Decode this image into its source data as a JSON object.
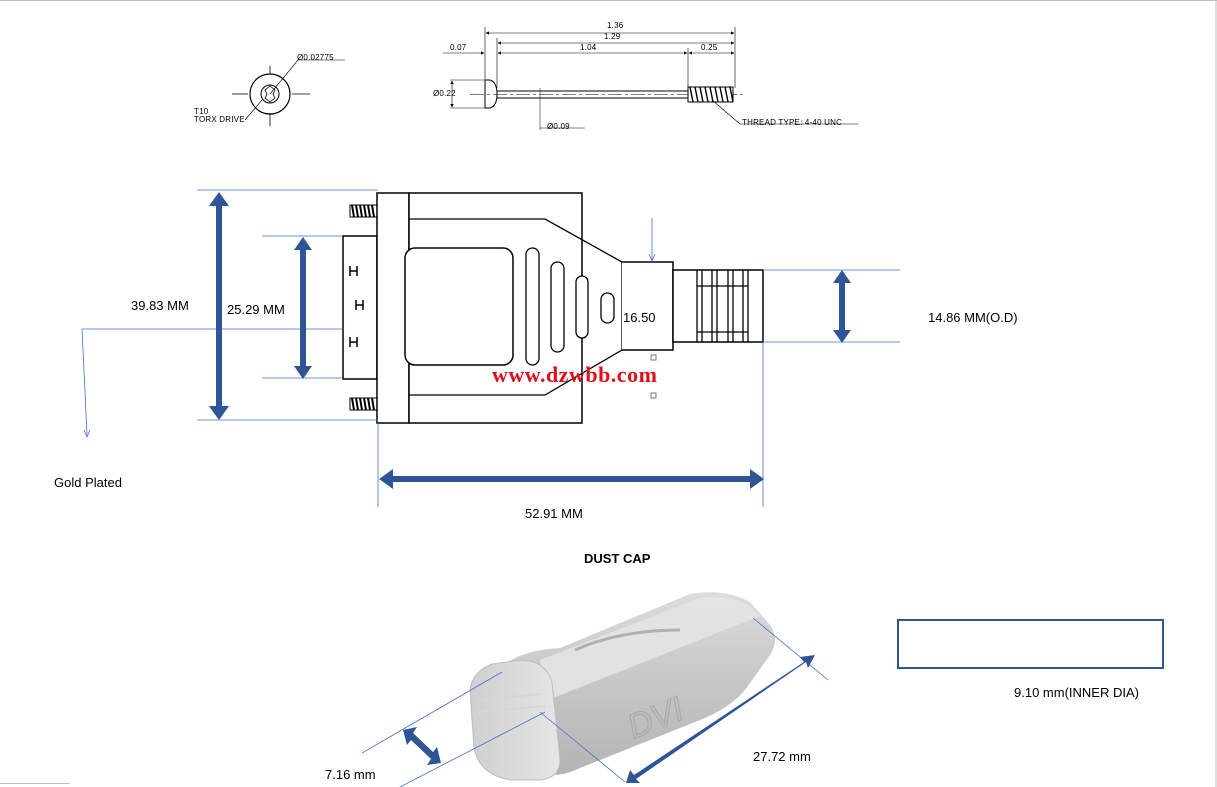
{
  "screw": {
    "dim_total": "1.36",
    "dim_shaft": "1.29",
    "dim_head": "0.07",
    "dim_body": "1.04",
    "dim_thread_len": "0.25",
    "dia_head": "Ø0.22",
    "dia_shaft": "Ø0.09",
    "thread_type": "THREAD TYPE: 4-40 UNC",
    "drive_hole": "Ø0.02775",
    "drive_line1": "T10",
    "drive_line2": "TORX DRIVE"
  },
  "connector": {
    "height": "39.83 MM",
    "inner_height": "25.29 MM",
    "neck": "16.50",
    "cable_od": "14.86 MM(O.D)",
    "length": "52.91 MM",
    "finish": "Gold Plated"
  },
  "watermark": "www.dzwbb.com",
  "dust_cap": {
    "title": "DUST CAP",
    "embossed": "DVI",
    "width": "7.16 mm",
    "length": "27.72 mm",
    "inner_dia": "9.10 mm(INNER DIA)"
  },
  "colors": {
    "arrow_blue": "#2f5597",
    "leader_blue": "#4472c4",
    "watermark_red": "#e0101a"
  }
}
